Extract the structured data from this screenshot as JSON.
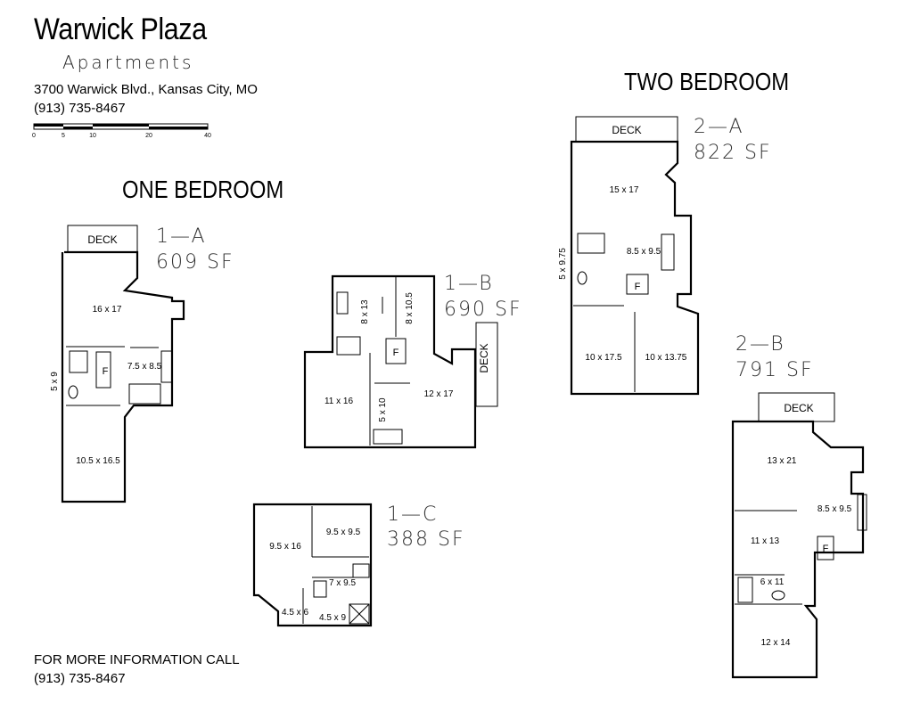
{
  "header": {
    "title": "Warwick Plaza",
    "subtitle": "Apartments",
    "address": "3700 Warwick Blvd., Kansas City, MO",
    "phone": "(913)  735-8467"
  },
  "scale_bar": {
    "ticks": [
      "0",
      "5",
      "10",
      "20",
      "40"
    ]
  },
  "sections": {
    "one_bedroom": "ONE BEDROOM",
    "two_bedroom": "TWO BEDROOM"
  },
  "units": {
    "u1a": {
      "name": "1—A",
      "area": "609  SF",
      "deck": "DECK",
      "fireplace": "F",
      "rooms": [
        "16 x 17",
        "7.5 x 8.5",
        "5 x 9",
        "10.5 x 16.5"
      ]
    },
    "u1b": {
      "name": "1—B",
      "area": "690  SF",
      "deck": "DECK",
      "fireplace": "F",
      "rooms": [
        "8 x 13",
        "8 x 10.5",
        "11 x 16",
        "5 x 10",
        "12 x 17"
      ]
    },
    "u1c": {
      "name": "1—C",
      "area": "388  SF",
      "rooms": [
        "9.5 x 16",
        "9.5 x 9.5",
        "7 x 9.5",
        "4.5 x 6",
        "4.5 x 9"
      ]
    },
    "u2a": {
      "name": "2—A",
      "area": "822  SF",
      "deck": "DECK",
      "fireplace": "F",
      "rooms": [
        "15 x 17",
        "8.5 x 9.5",
        "5 x 9.75",
        "10 x 17.5",
        "10 x 13.75"
      ]
    },
    "u2b": {
      "name": "2—B",
      "area": "791  SF",
      "deck": "DECK",
      "fireplace": "F",
      "rooms": [
        "13 x 21",
        "8.5 x 9.5",
        "11 x 13",
        "6 x 11",
        "12 x 14"
      ]
    }
  },
  "footer": {
    "line1": "FOR MORE INFORMATION CALL",
    "line2": "(913) 735-8467"
  }
}
